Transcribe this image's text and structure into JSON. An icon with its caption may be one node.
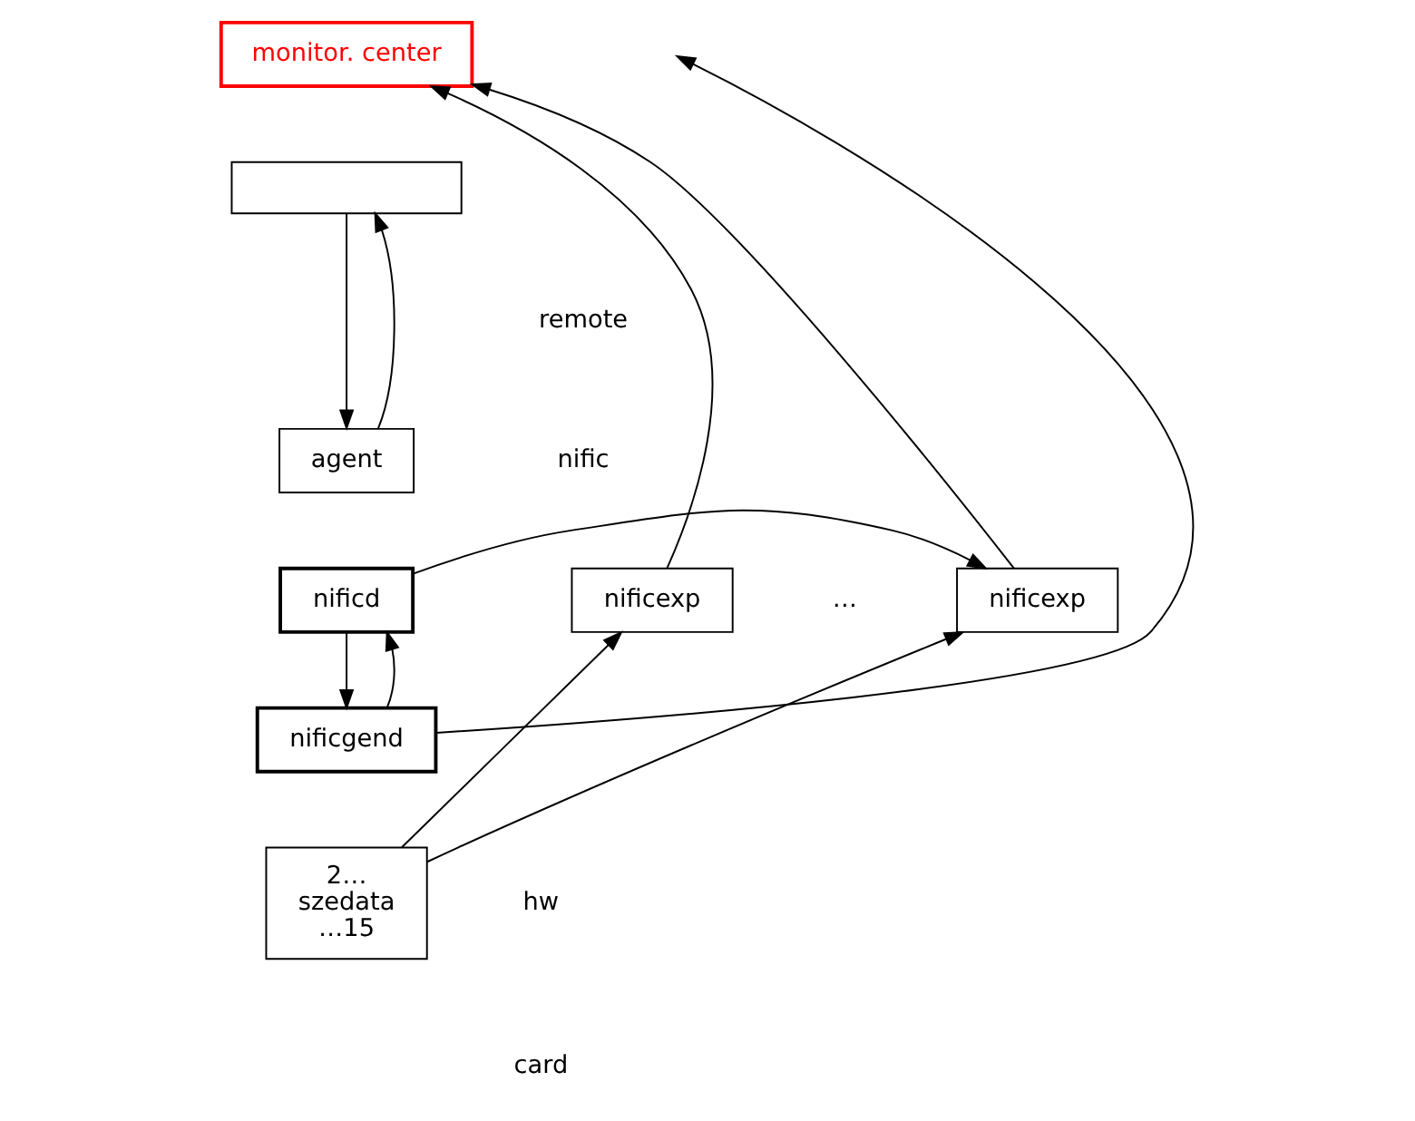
{
  "diagram": {
    "nodes": [
      {
        "text": [
          "monitor. center"
        ]
      },
      {
        "text": [],
        "shape": "box"
      },
      {
        "text": [
          "agent"
        ]
      },
      {
        "text": [
          "nificexp"
        ]
      },
      {
        "text": [
          "nificexp"
        ]
      },
      {
        "text": [
          "nificd"
        ]
      },
      {
        "text": [
          "nificgend"
        ]
      },
      {
        "text": [
          "2…",
          "szedata",
          "…15"
        ]
      }
    ],
    "edges": [
      {
        "from": 3,
        "to": 0,
        "arrow": "to"
      },
      {
        "from": 4,
        "to": 0,
        "arrow": "to"
      },
      {
        "from": 1,
        "to": 2,
        "arrow": "to"
      },
      {
        "from": 2,
        "to": 1,
        "arrow": "to"
      },
      {
        "from": 5,
        "to": 4,
        "arrow": "to"
      },
      {
        "from": 5,
        "to": 6,
        "arrow": "to"
      },
      {
        "from": 6,
        "to": 5,
        "arrow": "to"
      },
      {
        "from": 7,
        "to": 3,
        "arrow": "to"
      },
      {
        "from": 7,
        "to": 4,
        "arrow": "to"
      },
      {
        "from": 6,
        "to": null,
        "arrow": "to"
      }
    ],
    "labels": [
      "remote",
      "nific",
      "…",
      "hw",
      "card"
    ]
  }
}
